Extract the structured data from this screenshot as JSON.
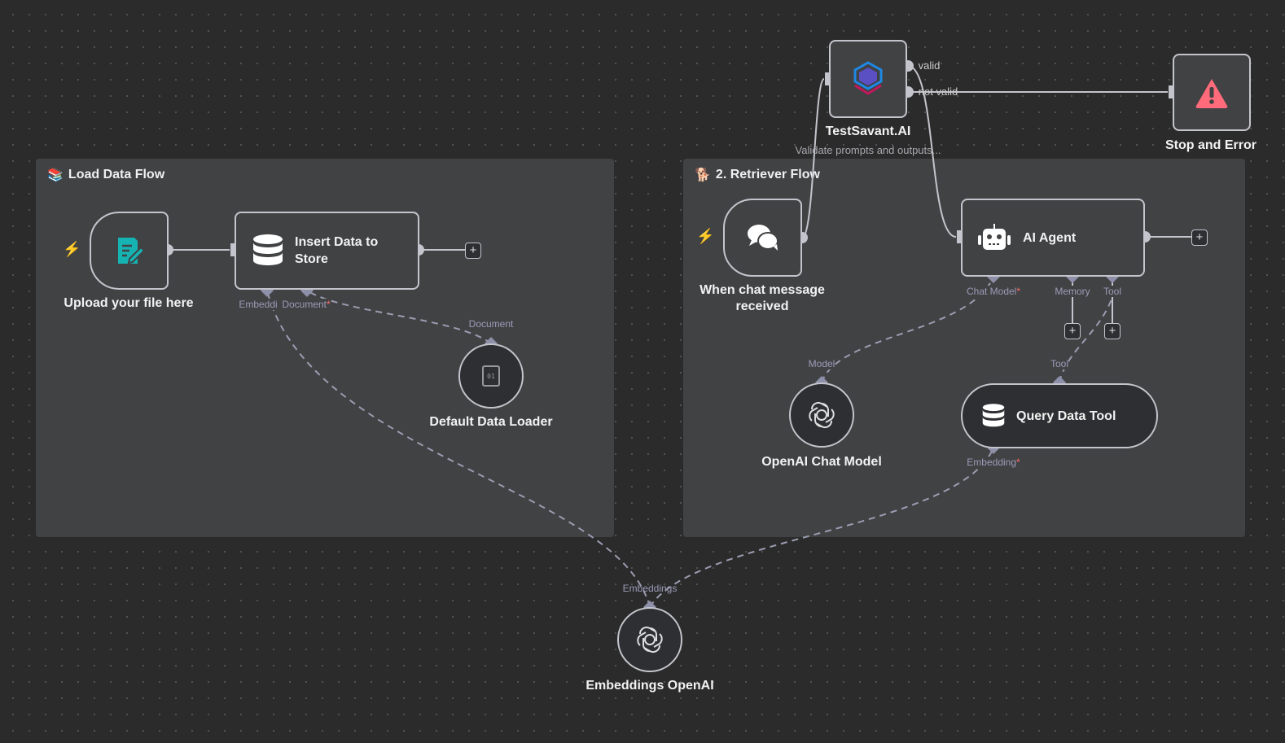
{
  "groups": [
    {
      "title": "Load Data Flow",
      "icon": "books-icon"
    },
    {
      "title": "2. Retriever Flow",
      "icon": "dog-icon"
    }
  ],
  "nodes": {
    "upload": {
      "label": "Upload your file here",
      "icon": "form-edit-icon"
    },
    "insert": {
      "label": "Insert Data to Store",
      "icon": "database-icon",
      "ports": {
        "embedding": "Embeddi",
        "document": "Document"
      }
    },
    "loader": {
      "label": "Default Data Loader",
      "icon": "document-binary-icon",
      "port": "Document"
    },
    "embeddings": {
      "label": "Embeddings OpenAI",
      "icon": "openai-icon",
      "port": "Embeddings"
    },
    "testsavant": {
      "label": "TestSavant.AI",
      "subtitle": "Validate prompts and outputs...",
      "icon": "testsavant-logo-icon",
      "outputs": [
        "valid",
        "not valid"
      ]
    },
    "stop": {
      "label": "Stop and Error",
      "icon": "warning-icon",
      "color": "#ff6b7a"
    },
    "chat": {
      "label": "When chat message received",
      "icon": "chat-bubbles-icon"
    },
    "agent": {
      "label": "AI Agent",
      "icon": "robot-icon",
      "ports": {
        "chat_model": "Chat Model",
        "memory": "Memory",
        "tool": "Tool"
      }
    },
    "chatmodel": {
      "label": "OpenAI Chat Model",
      "icon": "openai-icon",
      "port": "Model"
    },
    "query": {
      "label": "Query Data Tool",
      "icon": "database-icon",
      "ports": {
        "tool": "Tool",
        "embedding": "Embedding"
      }
    }
  },
  "required_marker": "*",
  "plus": "+",
  "colors": {
    "canvas": "#2b2b2b",
    "group": "#414244",
    "edge": "#c4c5cc",
    "trigger": "#ff6b5a"
  }
}
